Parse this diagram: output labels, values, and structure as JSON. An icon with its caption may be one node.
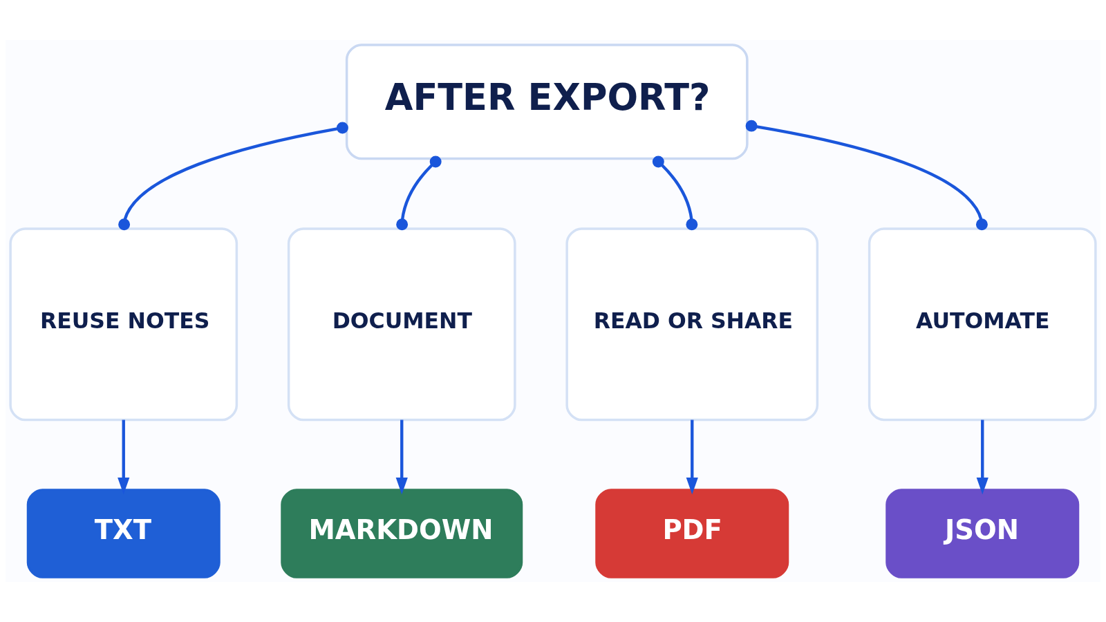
{
  "diagram": {
    "nodes": [
      {
        "text": [
          "AFTER EXPORT?"
        ]
      },
      {
        "text": [
          "REUSE NOTES"
        ]
      },
      {
        "text": [
          "DOCUMENT"
        ]
      },
      {
        "text": [
          "READ OR SHARE"
        ]
      },
      {
        "text": [
          "AUTOMATE"
        ]
      },
      {
        "text": [
          "TXT"
        ]
      },
      {
        "text": [
          "MARKDOWN"
        ]
      },
      {
        "text": [
          "PDF"
        ]
      },
      {
        "text": [
          "JSON"
        ]
      }
    ],
    "edges": [
      {
        "from": 0,
        "to": 1,
        "arrow": "other"
      },
      {
        "from": 0,
        "to": 2,
        "arrow": "other"
      },
      {
        "from": 0,
        "to": 3,
        "arrow": "other"
      },
      {
        "from": 0,
        "to": 4,
        "arrow": "other"
      },
      {
        "from": 1,
        "to": 5,
        "arrow": "to"
      },
      {
        "from": 2,
        "to": 6,
        "arrow": "to"
      },
      {
        "from": 3,
        "to": 7,
        "arrow": "to"
      },
      {
        "from": 4,
        "to": 8,
        "arrow": "to"
      }
    ]
  }
}
